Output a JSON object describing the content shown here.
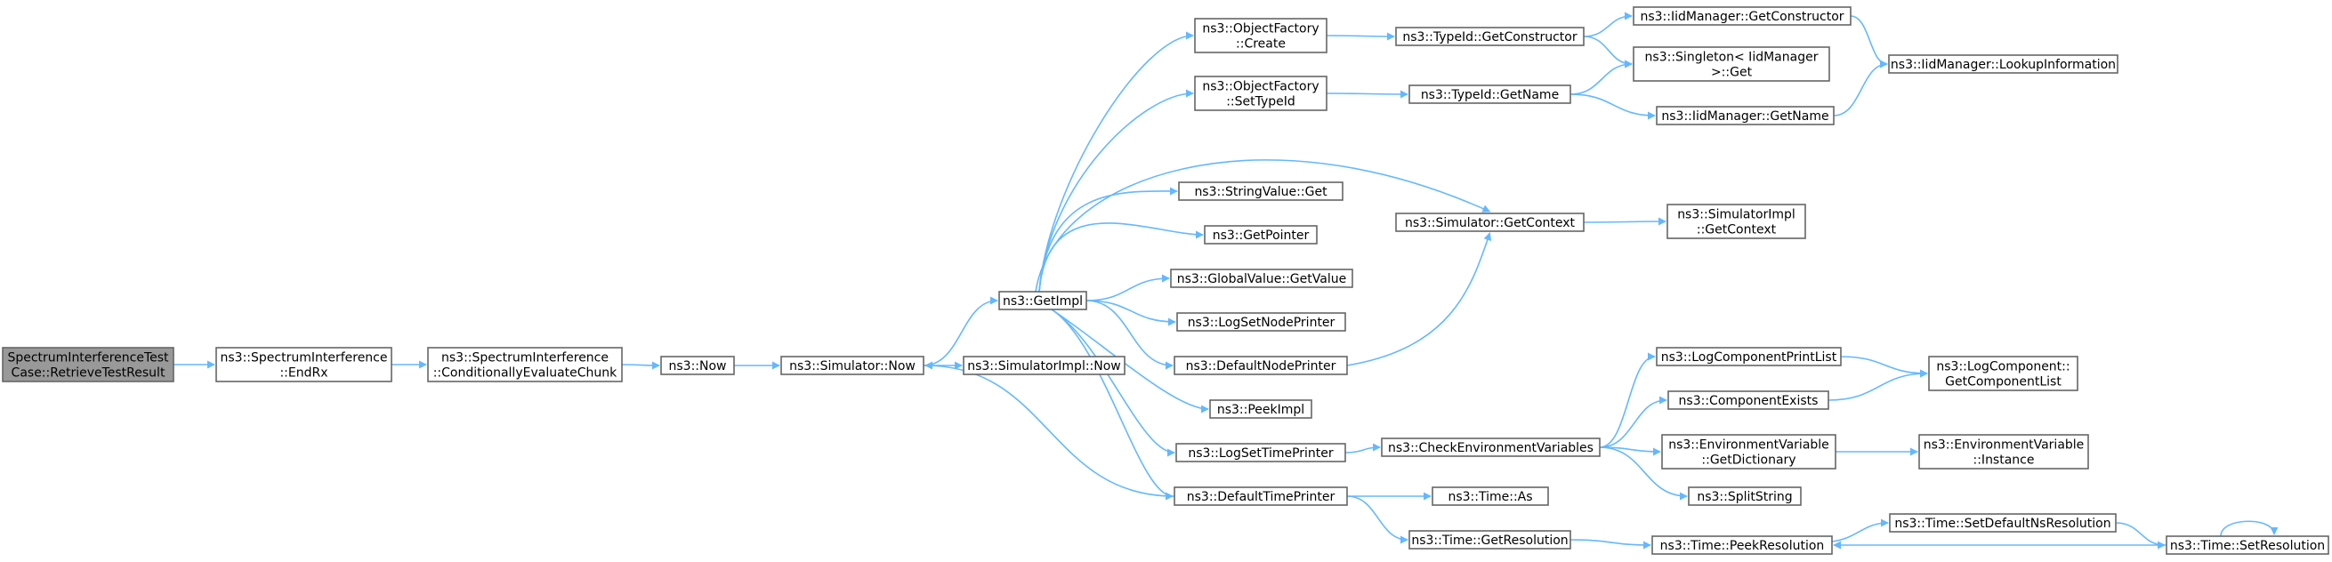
{
  "colors": {
    "edge": "#63b8ff",
    "node_border": "#666666",
    "node_fill": "#ffffff",
    "root_fill": "#999999",
    "text": "#000000"
  },
  "nodes": {
    "root": {
      "lines": [
        "SpectrumInterferenceTest",
        "Case::RetrieveTestResult"
      ]
    },
    "endrx": {
      "lines": [
        "ns3::SpectrumInterference",
        "::EndRx"
      ]
    },
    "cond": {
      "lines": [
        "ns3::SpectrumInterference",
        "::ConditionallyEvaluateChunk"
      ]
    },
    "now": {
      "lines": [
        "ns3::Now"
      ]
    },
    "simnow": {
      "lines": [
        "ns3::Simulator::Now"
      ]
    },
    "simimplnow": {
      "lines": [
        "ns3::SimulatorImpl::Now"
      ]
    },
    "getimpl": {
      "lines": [
        "ns3::GetImpl"
      ]
    },
    "ofcreate": {
      "lines": [
        "ns3::ObjectFactory",
        "::Create"
      ]
    },
    "ofsettypeid": {
      "lines": [
        "ns3::ObjectFactory",
        "::SetTypeId"
      ]
    },
    "strget": {
      "lines": [
        "ns3::StringValue::Get"
      ]
    },
    "getpointer": {
      "lines": [
        "ns3::GetPointer"
      ]
    },
    "gvgetvalue": {
      "lines": [
        "ns3::GlobalValue::GetValue"
      ]
    },
    "logsetnode": {
      "lines": [
        "ns3::LogSetNodePrinter"
      ]
    },
    "defnode": {
      "lines": [
        "ns3::DefaultNodePrinter"
      ]
    },
    "peekimpl": {
      "lines": [
        "ns3::PeekImpl"
      ]
    },
    "logsettime": {
      "lines": [
        "ns3::LogSetTimePrinter"
      ]
    },
    "deftime": {
      "lines": [
        "ns3::DefaultTimePrinter"
      ]
    },
    "typeidgetctor": {
      "lines": [
        "ns3::TypeId::GetConstructor"
      ]
    },
    "typeidgetname": {
      "lines": [
        "ns3::TypeId::GetName"
      ]
    },
    "simgetctx": {
      "lines": [
        "ns3::Simulator::GetContext"
      ]
    },
    "checkenv": {
      "lines": [
        "ns3::CheckEnvironmentVariables"
      ]
    },
    "timeas": {
      "lines": [
        "ns3::Time::As"
      ]
    },
    "timegetres": {
      "lines": [
        "ns3::Time::GetResolution"
      ]
    },
    "iidgetctor": {
      "lines": [
        "ns3::IidManager::GetConstructor"
      ]
    },
    "singleton": {
      "lines": [
        "ns3::Singleton< IidManager",
        ">::Get"
      ]
    },
    "iidgetname": {
      "lines": [
        "ns3::IidManager::GetName"
      ]
    },
    "simimplgetctx": {
      "lines": [
        "ns3::SimulatorImpl",
        "::GetContext"
      ]
    },
    "logcompprint": {
      "lines": [
        "ns3::LogComponentPrintList"
      ]
    },
    "compexists": {
      "lines": [
        "ns3::ComponentExists"
      ]
    },
    "envgetdict": {
      "lines": [
        "ns3::EnvironmentVariable",
        "::GetDictionary"
      ]
    },
    "splitstring": {
      "lines": [
        "ns3::SplitString"
      ]
    },
    "timepeekres": {
      "lines": [
        "ns3::Time::PeekResolution"
      ]
    },
    "timesetdefns": {
      "lines": [
        "ns3::Time::SetDefaultNsResolution"
      ]
    },
    "timesetres": {
      "lines": [
        "ns3::Time::SetResolution"
      ]
    },
    "iidlookup": {
      "lines": [
        "ns3::IidManager::LookupInformation"
      ]
    },
    "logcompgetlist": {
      "lines": [
        "ns3::LogComponent::",
        "GetComponentList"
      ]
    },
    "envinstance": {
      "lines": [
        "ns3::EnvironmentVariable",
        "::Instance"
      ]
    }
  },
  "edges": [
    [
      "root",
      "endrx"
    ],
    [
      "endrx",
      "cond"
    ],
    [
      "cond",
      "now"
    ],
    [
      "now",
      "simnow"
    ],
    [
      "simnow",
      "simimplnow"
    ],
    [
      "simnow",
      "getimpl"
    ],
    [
      "getimpl",
      "ofcreate"
    ],
    [
      "getimpl",
      "ofsettypeid"
    ],
    [
      "getimpl",
      "strget"
    ],
    [
      "getimpl",
      "getpointer"
    ],
    [
      "getimpl",
      "gvgetvalue"
    ],
    [
      "getimpl",
      "logsetnode"
    ],
    [
      "getimpl",
      "defnode"
    ],
    [
      "getimpl",
      "peekimpl"
    ],
    [
      "getimpl",
      "logsettime"
    ],
    [
      "getimpl",
      "deftime"
    ],
    [
      "getimpl",
      "simgetctx"
    ],
    [
      "ofcreate",
      "typeidgetctor"
    ],
    [
      "ofsettypeid",
      "typeidgetname"
    ],
    [
      "typeidgetctor",
      "iidgetctor"
    ],
    [
      "typeidgetctor",
      "singleton"
    ],
    [
      "typeidgetname",
      "singleton"
    ],
    [
      "typeidgetname",
      "iidgetname"
    ],
    [
      "iidgetctor",
      "iidlookup"
    ],
    [
      "iidgetname",
      "iidlookup"
    ],
    [
      "defnode",
      "simgetctx"
    ],
    [
      "simgetctx",
      "simimplgetctx"
    ],
    [
      "logsettime",
      "checkenv"
    ],
    [
      "checkenv",
      "logcompprint"
    ],
    [
      "checkenv",
      "compexists"
    ],
    [
      "checkenv",
      "envgetdict"
    ],
    [
      "checkenv",
      "splitstring"
    ],
    [
      "logcompprint",
      "logcompgetlist"
    ],
    [
      "compexists",
      "logcompgetlist"
    ],
    [
      "envgetdict",
      "envinstance"
    ],
    [
      "deftime",
      "simnow"
    ],
    [
      "deftime",
      "timeas"
    ],
    [
      "deftime",
      "timegetres"
    ],
    [
      "timegetres",
      "timepeekres"
    ],
    [
      "timepeekres",
      "timesetdefns"
    ],
    [
      "timesetdefns",
      "timesetres"
    ],
    [
      "timesetres",
      "timepeekres"
    ],
    [
      "timesetres",
      "timesetres"
    ]
  ]
}
